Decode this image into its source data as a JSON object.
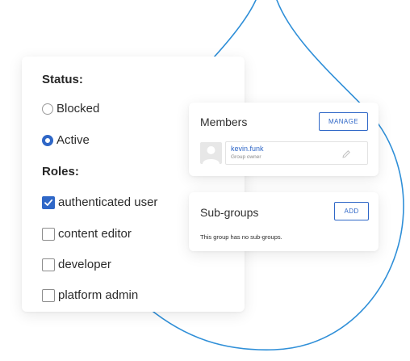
{
  "colors": {
    "accent": "#2f67c7",
    "drop_outline": "#2f8fd8"
  },
  "status_panel": {
    "status_label": "Status:",
    "status_options": [
      {
        "label": "Blocked",
        "selected": false
      },
      {
        "label": "Active",
        "selected": true
      }
    ],
    "roles_label": "Roles:",
    "roles": [
      {
        "label": "authenticated user",
        "checked": true
      },
      {
        "label": "content editor",
        "checked": false
      },
      {
        "label": "developer",
        "checked": false
      },
      {
        "label": "platform admin",
        "checked": false
      }
    ]
  },
  "members": {
    "title": "Members",
    "manage_label": "MANAGE",
    "items": [
      {
        "name": "kevin.funk",
        "role": "Group owner",
        "avatar_icon": "user-avatar-icon",
        "edit_icon": "pencil-icon"
      }
    ]
  },
  "subgroups": {
    "title": "Sub-groups",
    "add_label": "ADD",
    "empty_text": "This group has no sub-groups."
  }
}
